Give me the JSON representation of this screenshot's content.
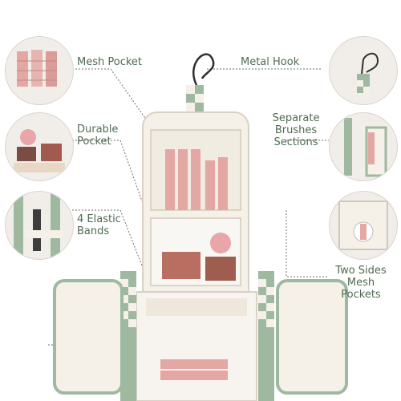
{
  "labels": {
    "mesh_pocket": "Mesh Pocket",
    "metal_hook": "Metal Hook",
    "durable_pocket_1": "Durable",
    "durable_pocket_2": "Pocket",
    "separate_1": "Separate Brushes",
    "separate_2": "Sections",
    "elastic_1": "4 Elastic",
    "elastic_2": "Bands",
    "two_sides_1": "Two Sides Mesh",
    "two_sides_2": "Pockets"
  },
  "colors": {
    "label_green": "#4f6b52",
    "check_green": "#9fb8a0",
    "bag_cream": "#f5f0e8",
    "makeup_pink": "#e3a7a4"
  }
}
